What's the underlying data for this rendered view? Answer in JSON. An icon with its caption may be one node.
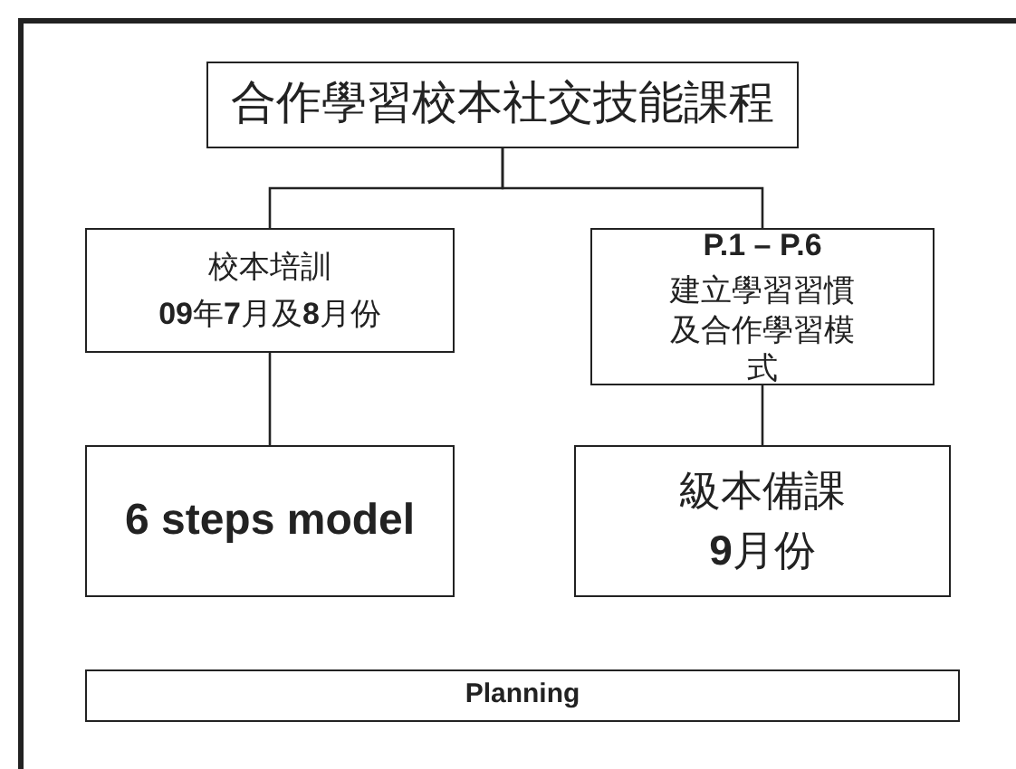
{
  "diagram": {
    "nodes": [
      {
        "text": [
          "合作學習校本社交技能課程"
        ]
      },
      {
        "text": [
          "校本培訓",
          "**09**年**7**月及**8**月份"
        ]
      },
      {
        "text": [
          "P.1 – P.6",
          "建立學習習慣及合作學習模式"
        ]
      },
      {
        "text": [
          "6 steps model"
        ]
      },
      {
        "text": [
          "級本備課",
          "**9**月份"
        ]
      },
      {
        "text": [
          "Planning"
        ]
      }
    ],
    "edges": [
      {
        "from": 0,
        "to": 1,
        "arrow": "none"
      },
      {
        "from": 0,
        "to": 2,
        "arrow": "none"
      },
      {
        "from": 1,
        "to": 3,
        "arrow": "none"
      },
      {
        "from": 2,
        "to": 4,
        "arrow": "none"
      }
    ]
  }
}
